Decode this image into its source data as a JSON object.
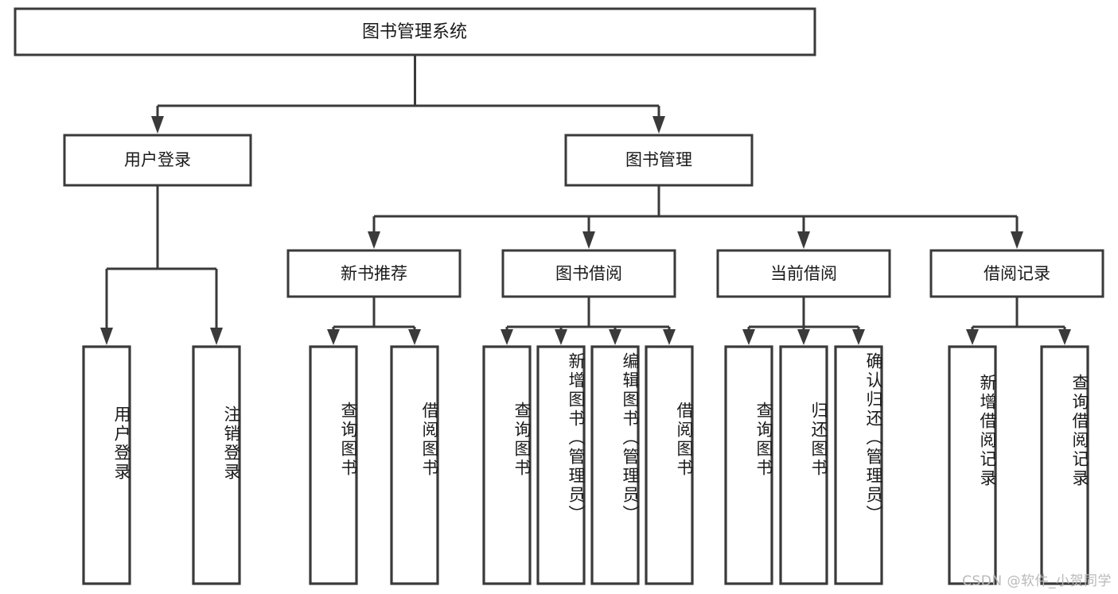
{
  "diagram": {
    "type": "tree",
    "title_node": {
      "label": "图书管理系统"
    },
    "level2": [
      {
        "id": "user-login",
        "label": "用户登录"
      },
      {
        "id": "book-management",
        "label": "图书管理"
      }
    ],
    "level3": [
      {
        "id": "new-book-recommend",
        "label": "新书推荐",
        "parent": "book-management"
      },
      {
        "id": "book-borrow",
        "label": "图书借阅",
        "parent": "book-management"
      },
      {
        "id": "current-borrow",
        "label": "当前借阅",
        "parent": "book-management"
      },
      {
        "id": "borrow-record",
        "label": "借阅记录",
        "parent": "book-management"
      }
    ],
    "leaves": [
      {
        "id": "leaf-user-login",
        "label": "用户登录",
        "parent": "user-login"
      },
      {
        "id": "leaf-logout",
        "label": "注销登录",
        "parent": "user-login"
      },
      {
        "id": "leaf-query-book-1",
        "label": "查询图书",
        "parent": "new-book-recommend"
      },
      {
        "id": "leaf-borrow-book-1",
        "label": "借阅图书",
        "parent": "new-book-recommend"
      },
      {
        "id": "leaf-query-book-2",
        "label": "查询图书",
        "parent": "book-borrow"
      },
      {
        "id": "leaf-add-book",
        "label": "新增图书（管理员）",
        "parent": "book-borrow"
      },
      {
        "id": "leaf-edit-book",
        "label": "编辑图书（管理员）",
        "parent": "book-borrow"
      },
      {
        "id": "leaf-borrow-book-2",
        "label": "借阅图书",
        "parent": "book-borrow"
      },
      {
        "id": "leaf-query-book-3",
        "label": "查询图书",
        "parent": "current-borrow"
      },
      {
        "id": "leaf-return-book",
        "label": "归还图书",
        "parent": "current-borrow"
      },
      {
        "id": "leaf-confirm-return",
        "label": "确认归还（管理员）",
        "parent": "current-borrow"
      },
      {
        "id": "leaf-add-record",
        "label": "新增借阅记录",
        "parent": "borrow-record"
      },
      {
        "id": "leaf-query-record",
        "label": "查询借阅记录",
        "parent": "borrow-record"
      }
    ]
  },
  "watermark": {
    "text": "CSDN @软件_小贺同学"
  },
  "colors": {
    "stroke": "#3a3a3a",
    "text": "#1a1a1a",
    "background": "#ffffff",
    "watermark": "#b9b9b9"
  }
}
